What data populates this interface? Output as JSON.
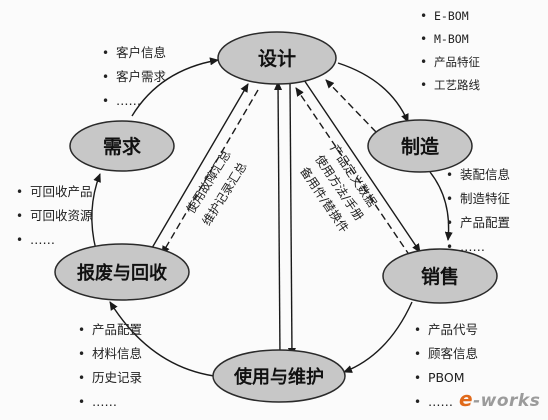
{
  "nodes": {
    "design": "设计",
    "requirement": "需求",
    "manufacturing": "制造",
    "scrap": "报废与回收",
    "sales": "销售",
    "use": "使用与维护"
  },
  "arrow_labels": {
    "left_line1": "使用故障汇总",
    "left_line2": "维护记录汇总",
    "right_line1": "产品定义数据",
    "right_line2": "使用方法/手册",
    "right_line3": "备用件/替换件"
  },
  "lists": {
    "requirement": [
      "客户信息",
      "客户需求",
      "……"
    ],
    "manufacturing": [
      "E-BOM",
      "M-BOM",
      "产品特征",
      "工艺路线"
    ],
    "scrap": [
      "可回收产品",
      "可回收资源",
      "……"
    ],
    "sales": [
      "装配信息",
      "制造特征",
      "产品配置",
      "……"
    ],
    "use": [
      "产品配置",
      "材料信息",
      "历史记录",
      "……"
    ],
    "sales_info": [
      "产品代号",
      "顾客信息",
      "PBOM",
      "……"
    ]
  },
  "logo": {
    "prefix": "e",
    "suffix": "-works"
  },
  "colors": {
    "node_fill": "#c7c7c7",
    "node_stroke": "#2a2a2a",
    "line": "#1a1a1a"
  }
}
